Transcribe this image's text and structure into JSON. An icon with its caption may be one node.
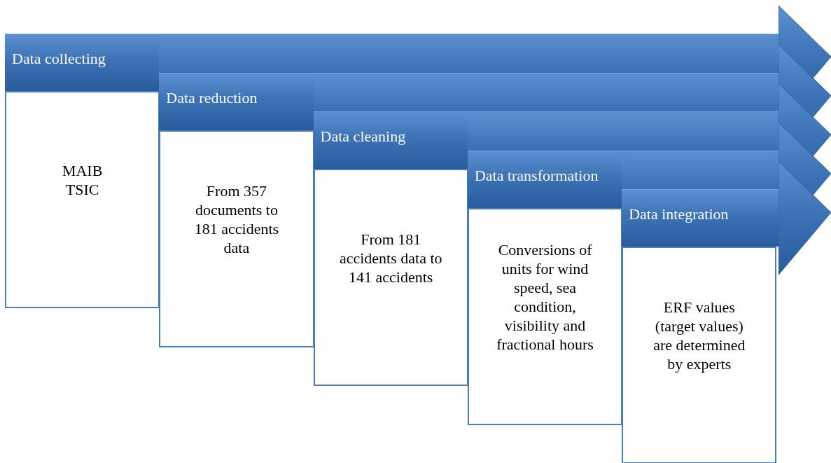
{
  "diagram": {
    "nodes": [
      {
        "text": [
          "Data collecting"
        ]
      },
      {
        "text": [
          "MAIB",
          "TSIC"
        ]
      },
      {
        "text": [
          "Data reduction"
        ]
      },
      {
        "text": [
          "From 357 documents to 181 accidents data"
        ]
      },
      {
        "text": [
          "Data cleaning"
        ]
      },
      {
        "text": [
          "From 181 accidents data to 141 accidents"
        ]
      },
      {
        "text": [
          "Data transformation"
        ]
      },
      {
        "text": [
          "Conversions of units for wind speed, sea condition, visibility and fractional hours"
        ]
      },
      {
        "text": [
          "Data integration"
        ]
      },
      {
        "text": [
          "ERF values (target values) are determined by experts"
        ]
      }
    ]
  }
}
